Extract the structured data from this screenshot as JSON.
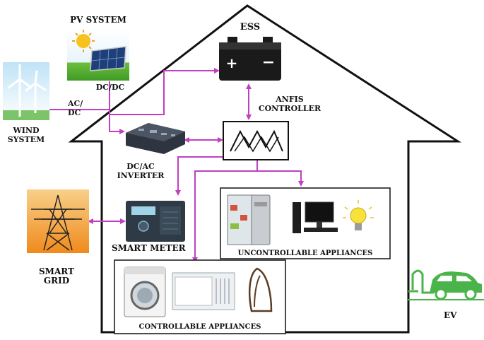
{
  "labels": {
    "pv_system": "PV SYSTEM",
    "dc_dc": "DC/DC",
    "ess": "ESS",
    "anfis_line1": "ANFIS",
    "anfis_line2": "CONTROLLER",
    "ac_dc_line1": "AC/",
    "ac_dc_line2": "DC",
    "wind_line1": "WIND",
    "wind_line2": "SYSTEM",
    "dcac_line1": "DC/AC",
    "dcac_line2": "INVERTER",
    "smart_meter": "SMART METER",
    "smart_grid_line1": "SMART",
    "smart_grid_line2": "GRID",
    "uncontrollable": "UNCONTROLLABLE APPLIANCES",
    "controllable": "CONTROLLABLE APPLIANCES",
    "ev": "EV"
  },
  "colors": {
    "connector": "#c23fc2",
    "house_outline": "#111111",
    "battery_body": "#1a1a1a",
    "sky": "#6fb6e8",
    "grass": "#5bb33f",
    "grid_bg": "#f4a638",
    "ev_green": "#4ab34a"
  },
  "icons": [
    "wind-turbine-icon",
    "solar-panel-icon",
    "battery-icon",
    "inverter-icon",
    "smart-meter-icon",
    "transmission-tower-icon",
    "refrigerator-icon",
    "computer-icon",
    "light-bulb-icon",
    "washing-machine-icon",
    "air-conditioner-icon",
    "iron-icon",
    "electric-car-icon"
  ]
}
